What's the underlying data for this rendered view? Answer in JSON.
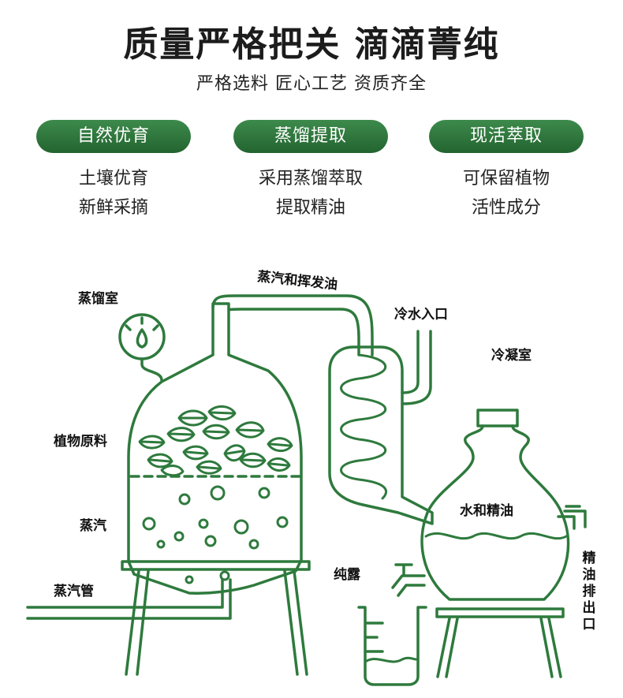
{
  "header": {
    "title": "质量严格把关 滴滴菁纯",
    "subtitle": "严格选料  匠心工艺  资质齐全"
  },
  "features": [
    {
      "label": "自然优育",
      "lines": [
        "土壤优育",
        "新鲜采摘"
      ]
    },
    {
      "label": "蒸馏提取",
      "lines": [
        "采用蒸馏萃取",
        "提取精油"
      ]
    },
    {
      "label": "现活萃取",
      "lines": [
        "可保留植物",
        "活性成分"
      ]
    }
  ],
  "diagram": {
    "labels": {
      "distill_chamber": "蒸馏室",
      "steam_oil": "蒸汽和挥发油",
      "cold_water_in": "冷水入口",
      "condenser": "冷凝室",
      "plant_material": "植物原料",
      "water_oil": "水和精油",
      "steam": "蒸汽",
      "hydrosol": "纯露",
      "oil_outlet": "精油排出口",
      "steam_pipe": "蒸汽管"
    }
  },
  "colors": {
    "accent": "#2e7a3d",
    "pill_top": "#3d8a4c",
    "pill_bottom": "#23642f"
  }
}
